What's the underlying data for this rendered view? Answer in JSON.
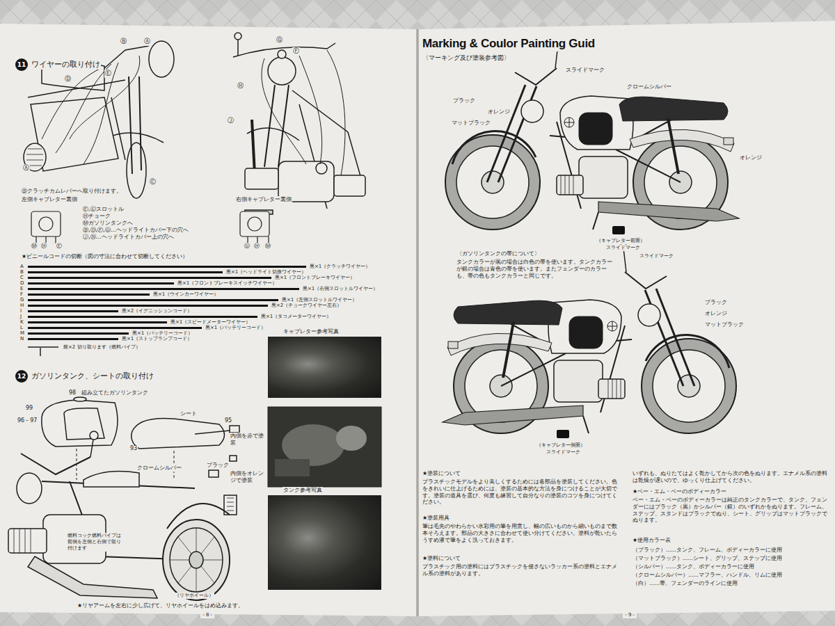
{
  "diagram": {
    "title": "Marking & Coulor Painting Guid",
    "nodes": [
      {
        "text": [
          "11"
        ]
      },
      {
        "text": [
          "キャブレター参考写真"
        ]
      },
      {
        "text": [
          "12"
        ]
      },
      {
        "text": [
          "タンク参考写真"
        ]
      }
    ],
    "labels": [
      "ワイヤーの取り付け",
      "Ⓑ",
      "Ⓐ",
      "Ⓓ",
      "Ⓔ",
      "Ⓐ",
      "Ⓒ",
      "Ⓑクラッチカムレバーへ取り付けます。",
      "左側キャブレター裏側",
      "Ⓖ",
      "Ⓕ",
      "Ⓗ",
      "Ⓙ",
      "右側キャブレター裏側",
      "Ⓔ,Ⓒスロットル",
      "Ⓗチョーク",
      "Ⓜガソリンタンクへ",
      "Ⓑ,Ⓓ,Ⓕ,Ⓖ…ヘッドライトカバー下の穴へ",
      "Ⓙ,Ⓝ…ヘッドライトカバー上の穴へ",
      "Ⓜ",
      "Ⓗ",
      "Ⓔ",
      "Ⓖ",
      "Ⓗ",
      "Ⓜ",
      "★ビニールコードの切断（図の寸法に合わせて切断してください）",
      "A",
      "B",
      "C",
      "D",
      "E",
      "F",
      "G",
      "H",
      "I",
      "J",
      "K",
      "L",
      "M",
      "N",
      "黒×1（クラッチワイヤー）",
      "黒×1（ヘッドライト切換ワイヤー）",
      "黒×1（フロントブレーキワイヤー）",
      "黒×1（フロントブレーキスイッチワイヤー）",
      "黒×1（右側スロットルワイヤー）",
      "黒×1（ウインカーワイヤー）",
      "黒×1（左側スロットルワイヤー）",
      "黒×2（チョークワイヤー左右）",
      "黒×2（イグニッションコード）",
      "黒×1（タコメーターワイヤー）",
      "黒×1（スピードメーターワイヤー）",
      "黒×1（バッテリーコード）",
      "黒×1（バッテリーコード）",
      "黒×1（ストップランプコード）",
      "銀×2 切り取ります（燃料パイプ）",
      "ガソリンタンク、シートの取り付け",
      "98",
      "組み立てたガソリンタンク",
      "99",
      "96－97",
      "シート",
      "95",
      "内側を赤で塗装",
      "93",
      "クロームシルバー",
      "ブラック",
      "内側をオレンジで塗装",
      "燃料コック燃料パイプは前側を左側と右側で取り付けます",
      "（リヤホイール）",
      "★リヤアームを左右に少し広げて、リヤホイールをはめ込みます。",
      "－8－",
      "〈マーキング及び塗装参考図〉",
      "スライドマーク",
      "クロームシルバー",
      "ブラック",
      "オレンジ",
      "マットブラック",
      "オレンジ",
      "（キャブレター前面）",
      "スライドマーク",
      "〈ガソリンタンクの帯について〉",
      "タンクカラーが黒の場合は白色の帯を使います。タンクカラーが銀の場合は青色の帯を使います。またフェンダーのカラーも、帯の色もタンクカラーと同じです。",
      "スライドマーク",
      "ブラック",
      "オレンジ",
      "マットブラック",
      "（キャブレター側面）",
      "スライドマーク",
      "★塗装について",
      "プラスチックモデルをより美しくするためには各部品を塗装してください。色をきれいに仕上げるためには、塗装の基本的な方法を身につけることが大切です。塗装の道具を選び、何度も練習して自分なりの塗装のコツを身につけてください。",
      "★塗装用具",
      "筆は毛先のやわらかい水彩用の筆を用意し、幅の広いものから細いものまで数本そろえます。部品の大きさに合わせて使い分けてください。塗料が乾いたらうすめ液で筆をよく洗っておきます。",
      "★塗料について",
      "プラスチック用の塗料にはプラスチックを侵さないラッカー系の塗料とエナメル系の塗料があります。",
      "いずれも、ぬりたてはよく乾かしてから次の色をぬります。エナメル系の塗料は乾燥が遅いので、ゆっくり仕上げてください。",
      "★ベー・エム・ベーのボディーカラー",
      "ベー・エム・ベーのボディーカラーは純正のタンクカラーで、タンク、フェンダーにはブラック（黒）かシルバー（銀）のいずれかをぬります。フレーム、ステップ、スタンドはブラックでぬり、シート、グリップはマットブラックでぬります。",
      "★使用カラー表",
      "（ブラック）……タンク、フレーム、ボディーカラーに使用",
      "（マットブラック）……シート、グリップ、ステップに使用",
      "（シルバー）……タンク、ボディーカラーに使用",
      "（クロームシルバー）……マフラー、ハンドル、リムに使用",
      "（白）……帯、フェンダーのラインに使用",
      "－9－"
    ]
  }
}
